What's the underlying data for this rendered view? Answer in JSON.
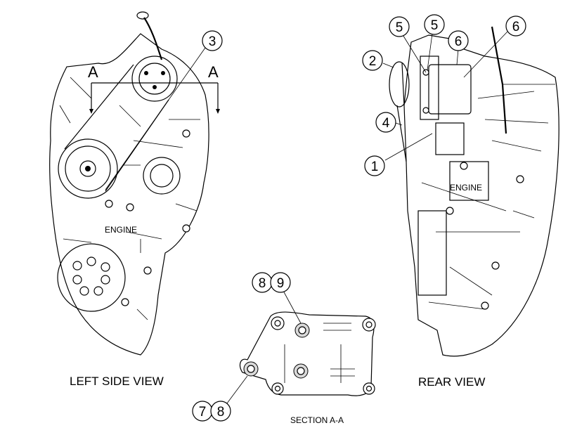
{
  "views": {
    "left": "LEFT SIDE VIEW",
    "rear": "REAR VIEW",
    "section": "SECTION A-A"
  },
  "labels": {
    "engine_left": "ENGINE",
    "engine_rear": "ENGINE",
    "section_mark": "A"
  },
  "callouts": {
    "c1": "1",
    "c2": "2",
    "c3": "3",
    "c4": "4",
    "c5a": "5",
    "c5b": "5",
    "c6a": "6",
    "c6b": "6",
    "c7": "7",
    "c8a": "8",
    "c8b": "8",
    "c9": "9"
  }
}
